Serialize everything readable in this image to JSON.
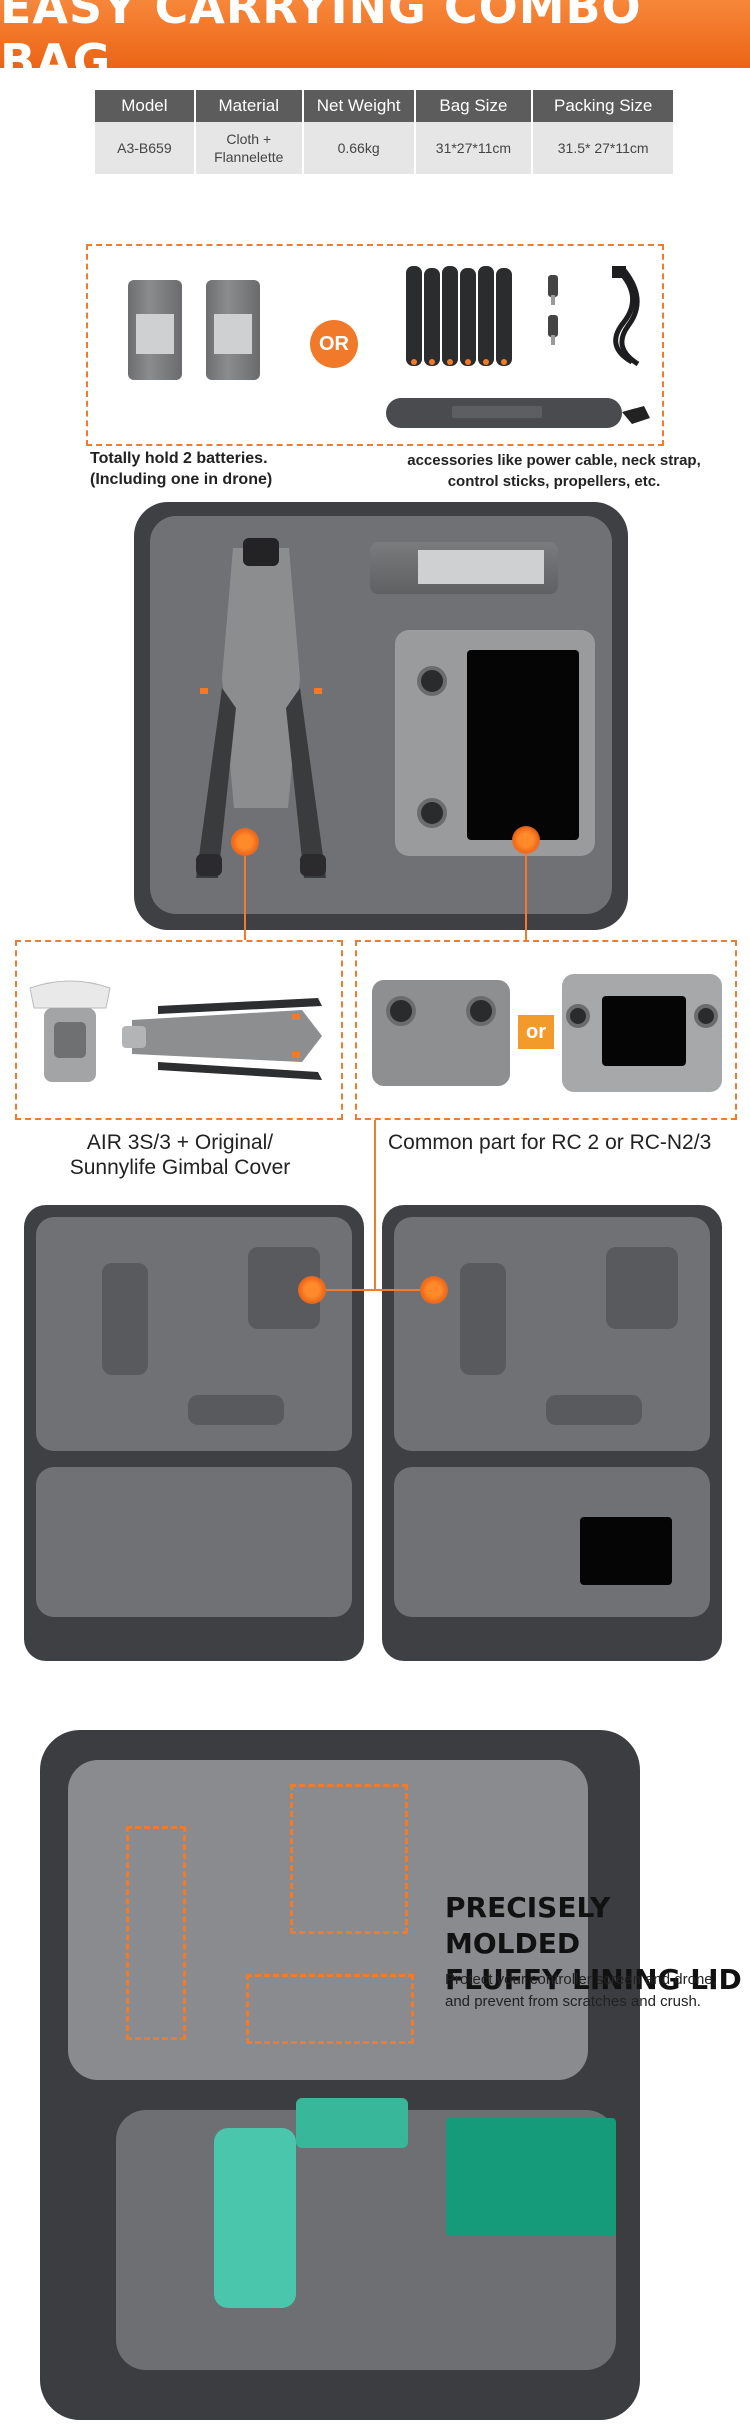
{
  "banner": {
    "title": "EASY CARRYING COMBO BAG"
  },
  "spec_table": {
    "headers": [
      "Model",
      "Material",
      "Net Weight",
      "Bag Size",
      "Packing Size"
    ],
    "row": [
      "A3-B659",
      "Cloth + Flannelette",
      "0.66kg",
      "31*27*11cm",
      "31.5* 27*11cm"
    ]
  },
  "accessories": {
    "or_label": "OR",
    "batteries_caption_1": "Totally hold 2 batteries.",
    "batteries_caption_2": "(Including one in drone)",
    "accessories_caption_1": "accessories like power cable, neck strap,",
    "accessories_caption_2": "control sticks, propellers, etc."
  },
  "compat": {
    "or_label": "or",
    "drone_caption_1": "AIR 3S/3 + Original/",
    "drone_caption_2": "Sunnylife Gimbal Cover",
    "controller_caption": "Common part for RC 2 or RC-N2/3"
  },
  "feature": {
    "title_1": "PRECISELY MOLDED",
    "title_2": "FLUFFY LINING LID",
    "desc_1": "Protect your controller screen and drone,",
    "desc_2": "and prevent from scratches and crush."
  },
  "colors": {
    "accent": "#ec6415",
    "case": "#3f4043",
    "lining": "#707174"
  }
}
